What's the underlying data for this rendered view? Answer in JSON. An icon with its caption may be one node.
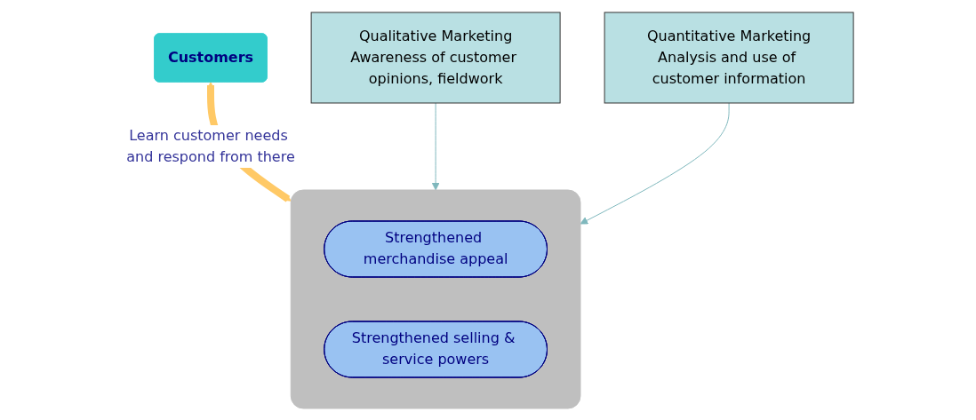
{
  "diagram": {
    "nodes": [
      {
        "text": [
          "Customers"
        ]
      },
      {
        "text": [
          "Qualitative Marketing",
          "Awareness of customer opinions, fieldwork"
        ]
      },
      {
        "text": [
          "Quantitative Marketing",
          "Analysis and use of customer information"
        ]
      },
      {
        "text": [],
        "shape": "box"
      },
      {
        "text": [
          "Strengthened merchandise appeal"
        ],
        "in": 3
      },
      {
        "text": [
          "Strengthened selling & service powers"
        ],
        "in": 3
      }
    ],
    "edges": [
      {
        "from": 0,
        "to": 3,
        "arrow": "both",
        "label": "Learn customer needs and respond from there",
        "style": "thick",
        "color": "#ffc966"
      },
      {
        "from": 1,
        "to": 3,
        "arrow": "to"
      },
      {
        "from": 2,
        "to": 3,
        "arrow": "to"
      }
    ]
  }
}
